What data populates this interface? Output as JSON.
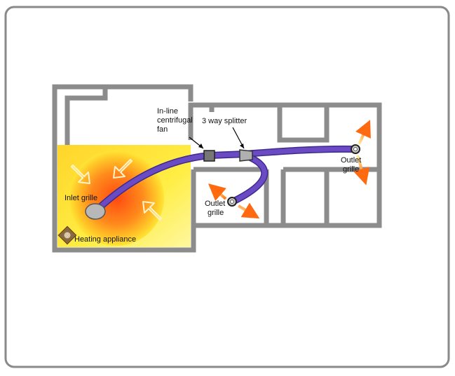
{
  "labels": {
    "fan_line1": "In-line",
    "fan_line2": "centrifugal",
    "fan_line3": "fan",
    "splitter": "3 way splitter",
    "outlet_right_line1": "Outlet",
    "outlet_right_line2": "grille",
    "outlet_left_line1": "Outlet",
    "outlet_left_line2": "grille",
    "inlet": "Inlet grille",
    "heater": "Heating appliance"
  },
  "colors": {
    "frame_border": "#8a8a8a",
    "wall": "#8c8c8c",
    "duct": "#6a4bc4",
    "duct_edge": "#3e2a8c",
    "heat_glow_inner": "#ff5a14",
    "heat_glow_outer": "#ffe83a",
    "fan_box": "#777777",
    "grille": "#b8b8b8"
  },
  "icons": {
    "fan": "fan-box-icon",
    "splitter": "splitter-icon",
    "grille": "grille-ring-icon",
    "heater": "heating-appliance-icon",
    "airflow": "airflow-arrow-icon"
  }
}
